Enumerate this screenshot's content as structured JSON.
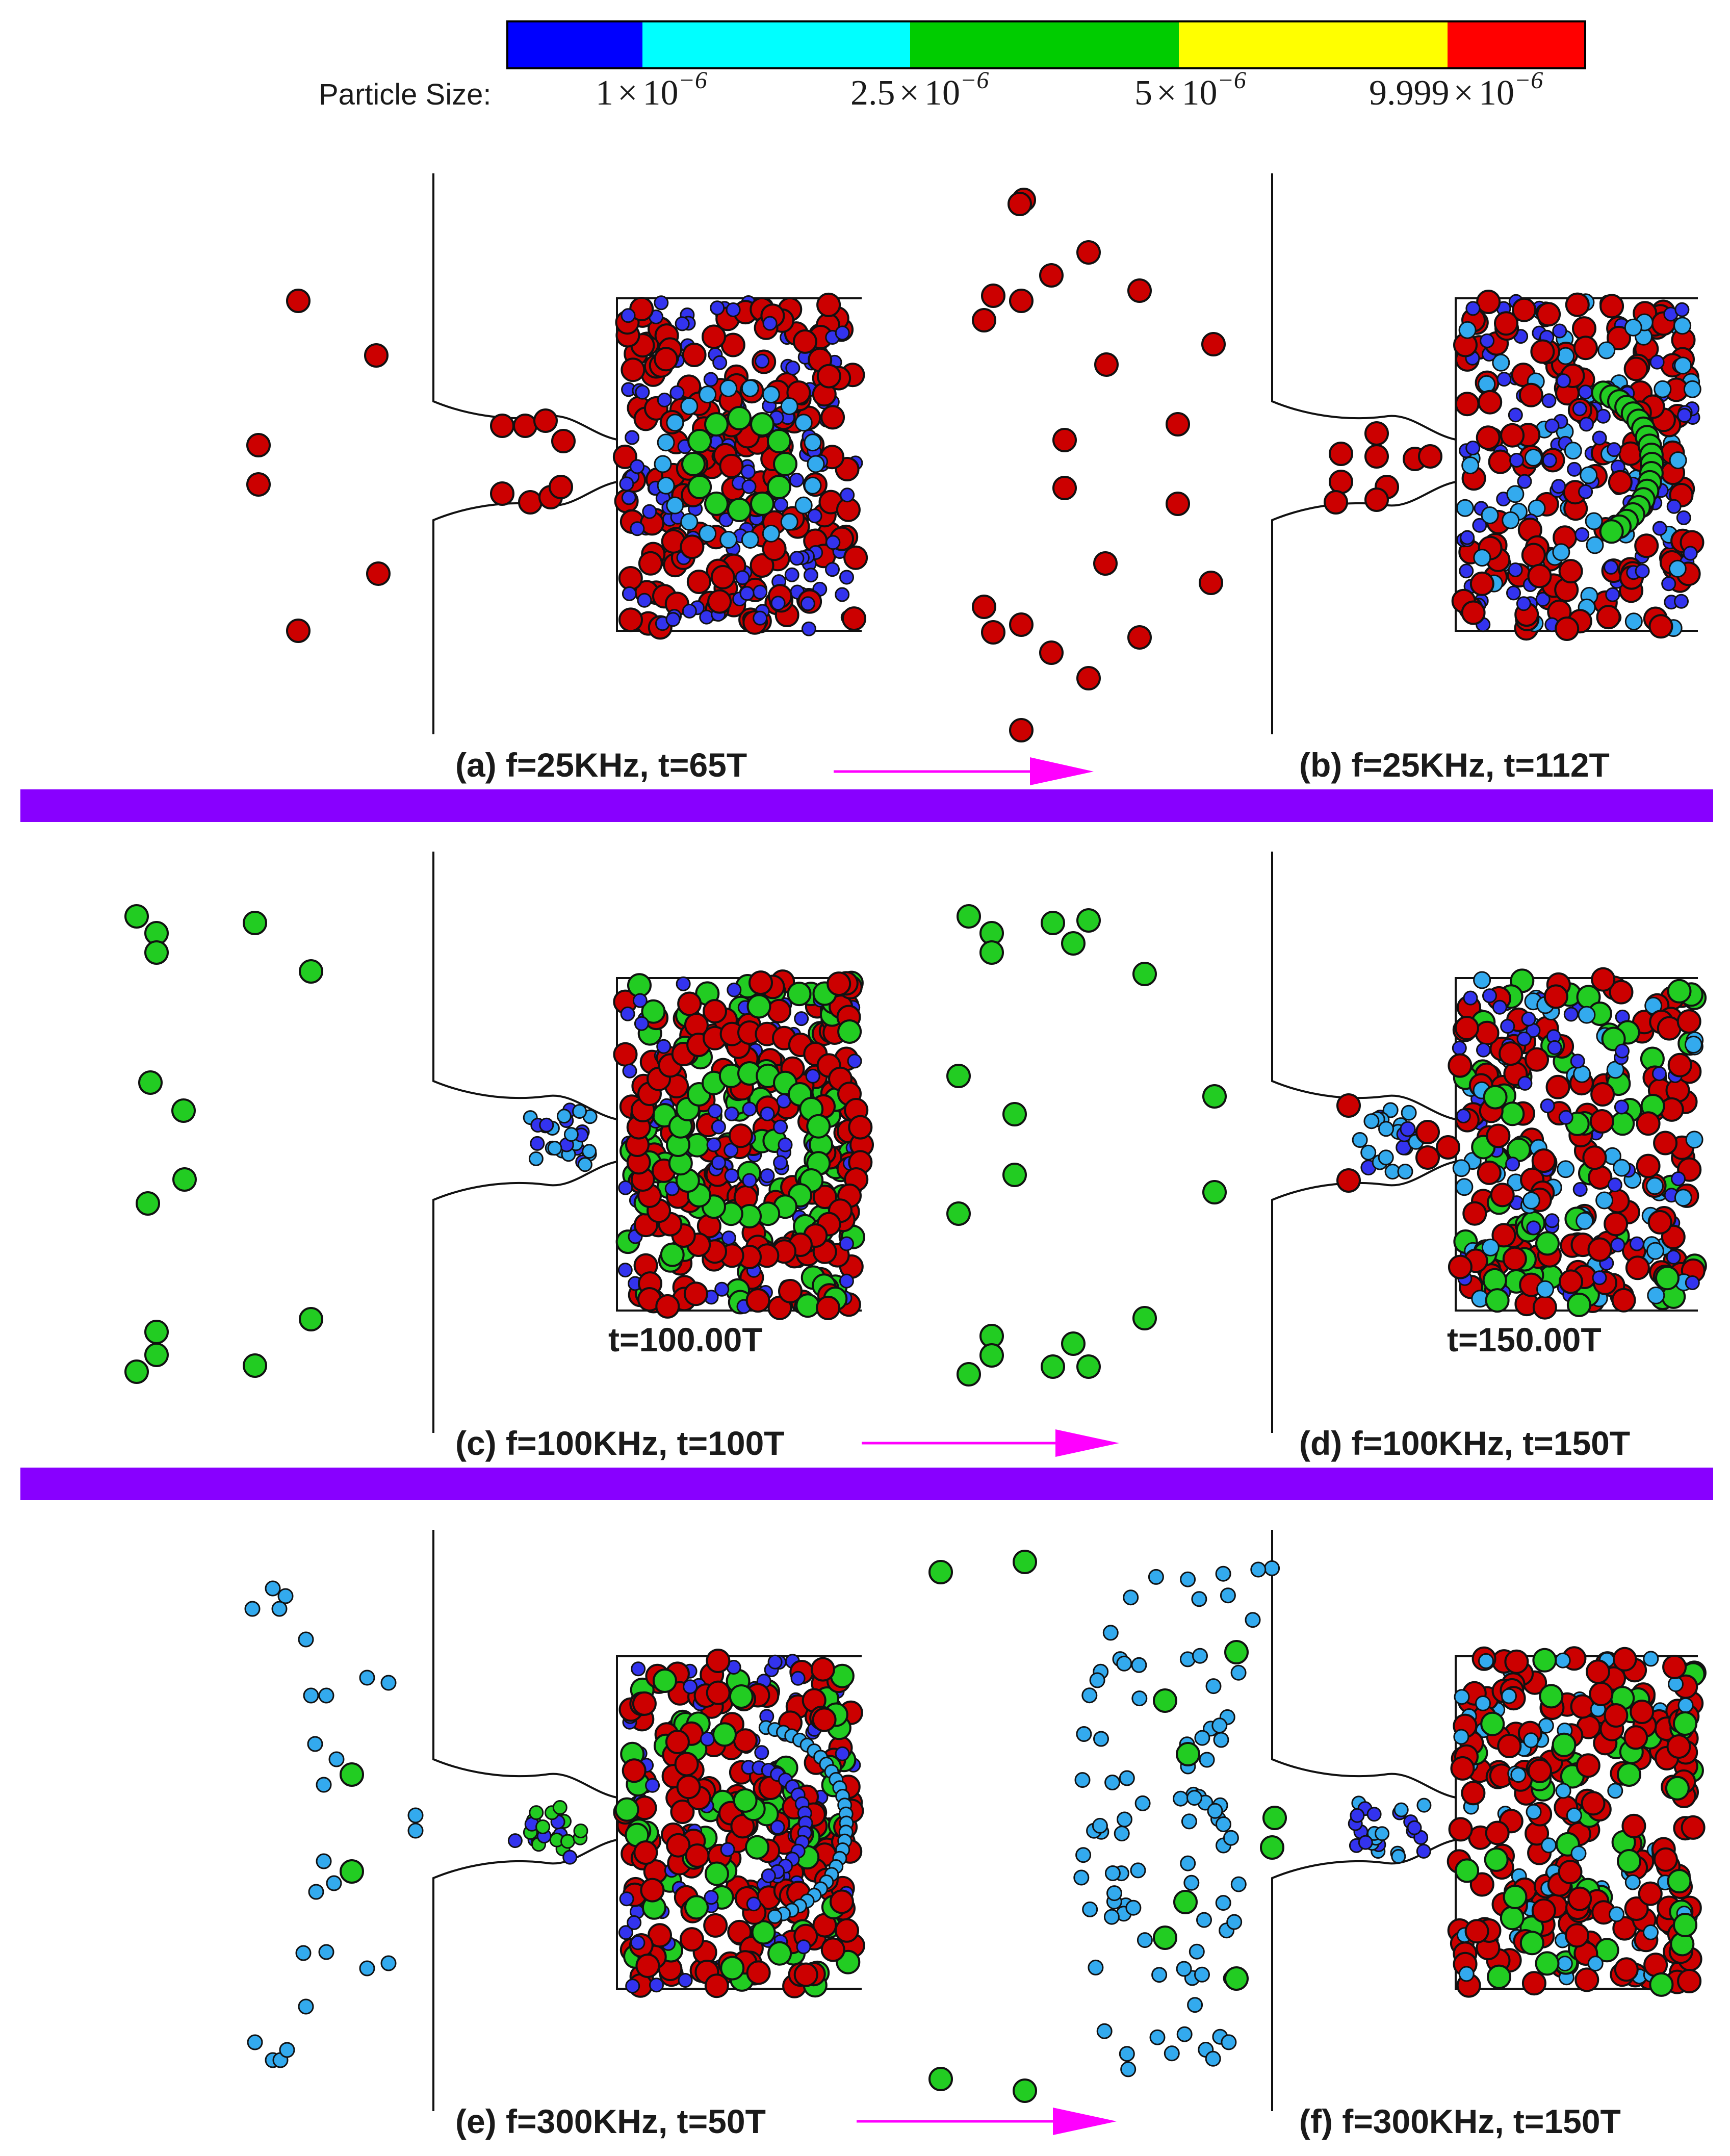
{
  "legend": {
    "title": "Particle Size:",
    "colors": [
      "#0000ff",
      "#00ffff",
      "#00cc00",
      "#ffff00",
      "#ff0000"
    ],
    "ticks": [
      {
        "mantissa": "1",
        "times": "×",
        "base": "10",
        "exponent": "−6"
      },
      {
        "mantissa": "2.5",
        "times": "×",
        "base": "10",
        "exponent": "−6"
      },
      {
        "mantissa": "5",
        "times": "×",
        "base": "10",
        "exponent": "−6"
      },
      {
        "mantissa": "9.999",
        "times": "×",
        "base": "10",
        "exponent": "−6"
      }
    ]
  },
  "panels": [
    {
      "id": "a",
      "caption": "(a) f=25KHz, t=65T",
      "time_label": ""
    },
    {
      "id": "b",
      "caption": "(b) f=25KHz, t=112T",
      "time_label": ""
    },
    {
      "id": "c",
      "caption": "(c) f=100KHz, t=100T",
      "time_label": "t=100.00T"
    },
    {
      "id": "d",
      "caption": "(d) f=100KHz, t=150T",
      "time_label": "t=150.00T"
    },
    {
      "id": "e",
      "caption": "(e) f=300KHz, t=50T",
      "time_label": ""
    },
    {
      "id": "f",
      "caption": "(f) f=300KHz, t=150T",
      "time_label": ""
    }
  ],
  "colors": {
    "red_particle": "#cc0000",
    "green_particle": "#22cc22",
    "cyan_particle": "#33aaee",
    "blue_particle": "#3333ee",
    "separator": "#8800ff",
    "arrow": "#ff00ff"
  }
}
